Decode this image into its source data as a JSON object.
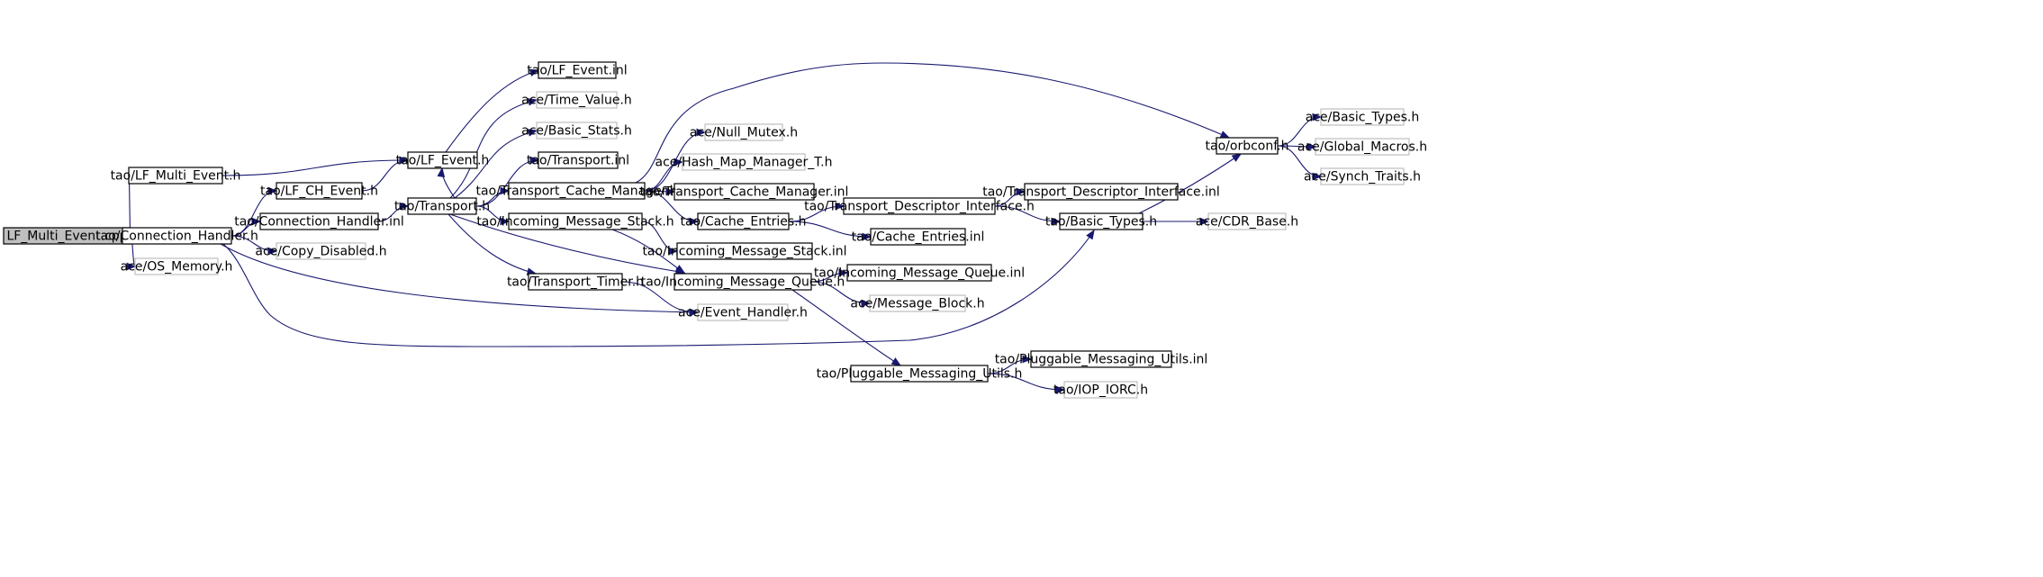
{
  "nodes": [
    {
      "id": "root",
      "label": "LF_Multi_Event.cpp",
      "kind": "root"
    },
    {
      "id": "lfme",
      "label": "tao/LF_Multi_Event.h",
      "kind": "internal"
    },
    {
      "id": "ch",
      "label": "tao/Connection_Handler.h",
      "kind": "internal"
    },
    {
      "id": "osmem",
      "label": "ace/OS_Memory.h",
      "kind": "external"
    },
    {
      "id": "lfce",
      "label": "tao/LF_CH_Event.h",
      "kind": "internal"
    },
    {
      "id": "chinl",
      "label": "tao/Connection_Handler.inl",
      "kind": "internal"
    },
    {
      "id": "copyd",
      "label": "ace/Copy_Disabled.h",
      "kind": "external"
    },
    {
      "id": "lfe",
      "label": "tao/LF_Event.h",
      "kind": "internal"
    },
    {
      "id": "tr",
      "label": "tao/Transport.h",
      "kind": "internal"
    },
    {
      "id": "lfeinl",
      "label": "tao/LF_Event.inl",
      "kind": "internal"
    },
    {
      "id": "timev",
      "label": "ace/Time_Value.h",
      "kind": "external"
    },
    {
      "id": "bstats",
      "label": "ace/Basic_Stats.h",
      "kind": "external"
    },
    {
      "id": "trinl",
      "label": "tao/Transport.inl",
      "kind": "internal"
    },
    {
      "id": "tcm",
      "label": "tao/Transport_Cache_Manager.h",
      "kind": "internal"
    },
    {
      "id": "ims",
      "label": "tao/Incoming_Message_Stack.h",
      "kind": "internal"
    },
    {
      "id": "ttimer",
      "label": "tao/Transport_Timer.h",
      "kind": "internal"
    },
    {
      "id": "nullm",
      "label": "ace/Null_Mutex.h",
      "kind": "external"
    },
    {
      "id": "hmm",
      "label": "ace/Hash_Map_Manager_T.h",
      "kind": "external"
    },
    {
      "id": "tcminl",
      "label": "tao/Transport_Cache_Manager.inl",
      "kind": "internal"
    },
    {
      "id": "cent",
      "label": "tao/Cache_Entries.h",
      "kind": "internal"
    },
    {
      "id": "imsinl",
      "label": "tao/Incoming_Message_Stack.inl",
      "kind": "internal"
    },
    {
      "id": "imq",
      "label": "tao/Incoming_Message_Queue.h",
      "kind": "internal"
    },
    {
      "id": "evh",
      "label": "ace/Event_Handler.h",
      "kind": "external"
    },
    {
      "id": "tdi",
      "label": "tao/Transport_Descriptor_Interface.h",
      "kind": "internal"
    },
    {
      "id": "centinl",
      "label": "tao/Cache_Entries.inl",
      "kind": "internal"
    },
    {
      "id": "imqinl",
      "label": "tao/Incoming_Message_Queue.inl",
      "kind": "internal"
    },
    {
      "id": "mblk",
      "label": "ace/Message_Block.h",
      "kind": "external"
    },
    {
      "id": "pmu",
      "label": "tao/Pluggable_Messaging_Utils.h",
      "kind": "internal"
    },
    {
      "id": "tdiinl",
      "label": "tao/Transport_Descriptor_Interface.inl",
      "kind": "internal"
    },
    {
      "id": "btypes",
      "label": "tao/Basic_Types.h",
      "kind": "internal"
    },
    {
      "id": "orbconf",
      "label": "tao/orbconf.h",
      "kind": "internal"
    },
    {
      "id": "cdrbase",
      "label": "ace/CDR_Base.h",
      "kind": "external"
    },
    {
      "id": "acebt",
      "label": "ace/Basic_Types.h",
      "kind": "external"
    },
    {
      "id": "acegm",
      "label": "ace/Global_Macros.h",
      "kind": "external"
    },
    {
      "id": "acest",
      "label": "ace/Synch_Traits.h",
      "kind": "external"
    },
    {
      "id": "pmuinl",
      "label": "tao/Pluggable_Messaging_Utils.inl",
      "kind": "internal"
    },
    {
      "id": "iopiorc",
      "label": "tao/IOP_IORC.h",
      "kind": "external"
    }
  ],
  "edges": [
    [
      "root",
      "lfme"
    ],
    [
      "root",
      "ch"
    ],
    [
      "root",
      "osmem"
    ],
    [
      "lfme",
      "lfe"
    ],
    [
      "ch",
      "lfce"
    ],
    [
      "ch",
      "chinl"
    ],
    [
      "ch",
      "copyd"
    ],
    [
      "ch",
      "evh"
    ],
    [
      "ch",
      "btypes"
    ],
    [
      "lfce",
      "lfe"
    ],
    [
      "chinl",
      "tr"
    ],
    [
      "lfe",
      "lfeinl"
    ],
    [
      "tr",
      "timev"
    ],
    [
      "tr",
      "bstats"
    ],
    [
      "tr",
      "trinl"
    ],
    [
      "tr",
      "tcm"
    ],
    [
      "tr",
      "ims"
    ],
    [
      "tr",
      "imq"
    ],
    [
      "tr",
      "ttimer"
    ],
    [
      "tr",
      "lfe"
    ],
    [
      "tcm",
      "orbconf"
    ],
    [
      "tcm",
      "nullm"
    ],
    [
      "tcm",
      "hmm"
    ],
    [
      "tcm",
      "tcminl"
    ],
    [
      "tcm",
      "cent"
    ],
    [
      "ims",
      "imsinl"
    ],
    [
      "ims",
      "imq"
    ],
    [
      "ttimer",
      "evh"
    ],
    [
      "cent",
      "tdi"
    ],
    [
      "cent",
      "centinl"
    ],
    [
      "imq",
      "imqinl"
    ],
    [
      "imq",
      "mblk"
    ],
    [
      "imq",
      "pmu"
    ],
    [
      "tdi",
      "tdiinl"
    ],
    [
      "tdi",
      "btypes"
    ],
    [
      "btypes",
      "cdrbase"
    ],
    [
      "btypes",
      "orbconf"
    ],
    [
      "orbconf",
      "acebt"
    ],
    [
      "orbconf",
      "acegm"
    ],
    [
      "orbconf",
      "acest"
    ],
    [
      "pmu",
      "pmuinl"
    ],
    [
      "pmu",
      "iopiorc"
    ]
  ],
  "colors": {
    "edge": "#191970",
    "root_fill": "#bfbfbf",
    "internal_border": "#000000",
    "external_border": "#bfbfbf",
    "text": "#000000"
  }
}
